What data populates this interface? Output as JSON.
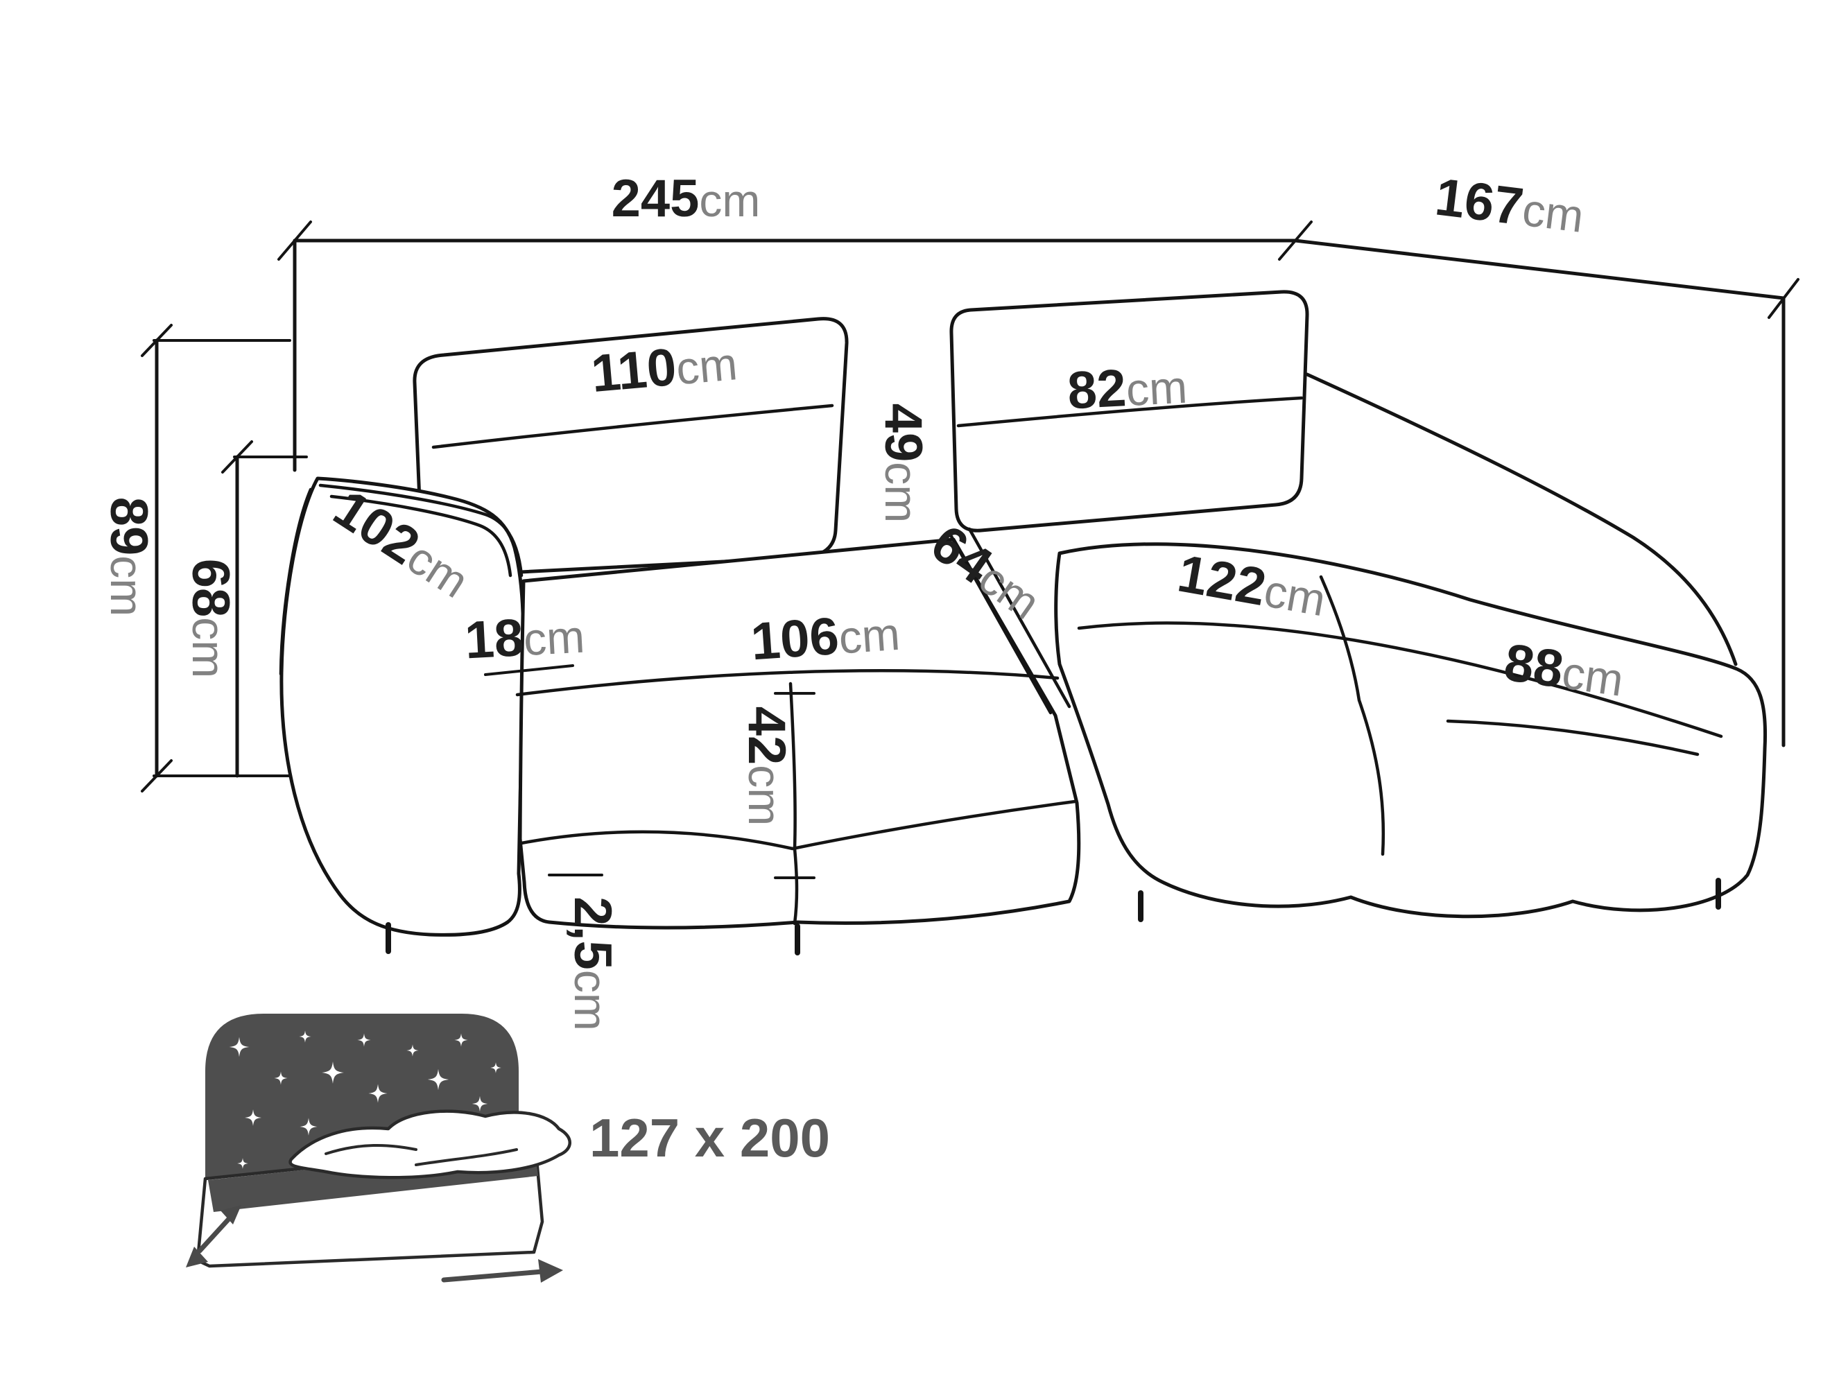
{
  "page": {
    "background": "#ffffff",
    "line_color": "#141414",
    "icon_color": "#4e4e4e"
  },
  "labels": {
    "total_width": {
      "value": "245",
      "unit": "cm"
    },
    "total_depth": {
      "value": "167",
      "unit": "cm"
    },
    "total_height": {
      "value": "89",
      "unit": "cm"
    },
    "seat_back_height": {
      "value": "68",
      "unit": "cm"
    },
    "back_cushion_left": {
      "value": "110",
      "unit": "cm"
    },
    "back_cushion_right": {
      "value": "82",
      "unit": "cm"
    },
    "back_cushion_h": {
      "value": "49",
      "unit": "cm"
    },
    "armrest": {
      "value": "102",
      "unit": "cm"
    },
    "armrest_w": {
      "value": "18",
      "unit": "cm"
    },
    "seat": {
      "value": "106",
      "unit": "cm"
    },
    "seat_depth": {
      "value": "64",
      "unit": "cm"
    },
    "seat_height": {
      "value": "42",
      "unit": "cm"
    },
    "chaise_len": {
      "value": "122",
      "unit": "cm"
    },
    "chaise_w": {
      "value": "88",
      "unit": "cm"
    },
    "clearance": {
      "value": "2,5",
      "unit": "cm"
    },
    "sleeping_area": {
      "value": "127 x 200",
      "unit": ""
    }
  }
}
